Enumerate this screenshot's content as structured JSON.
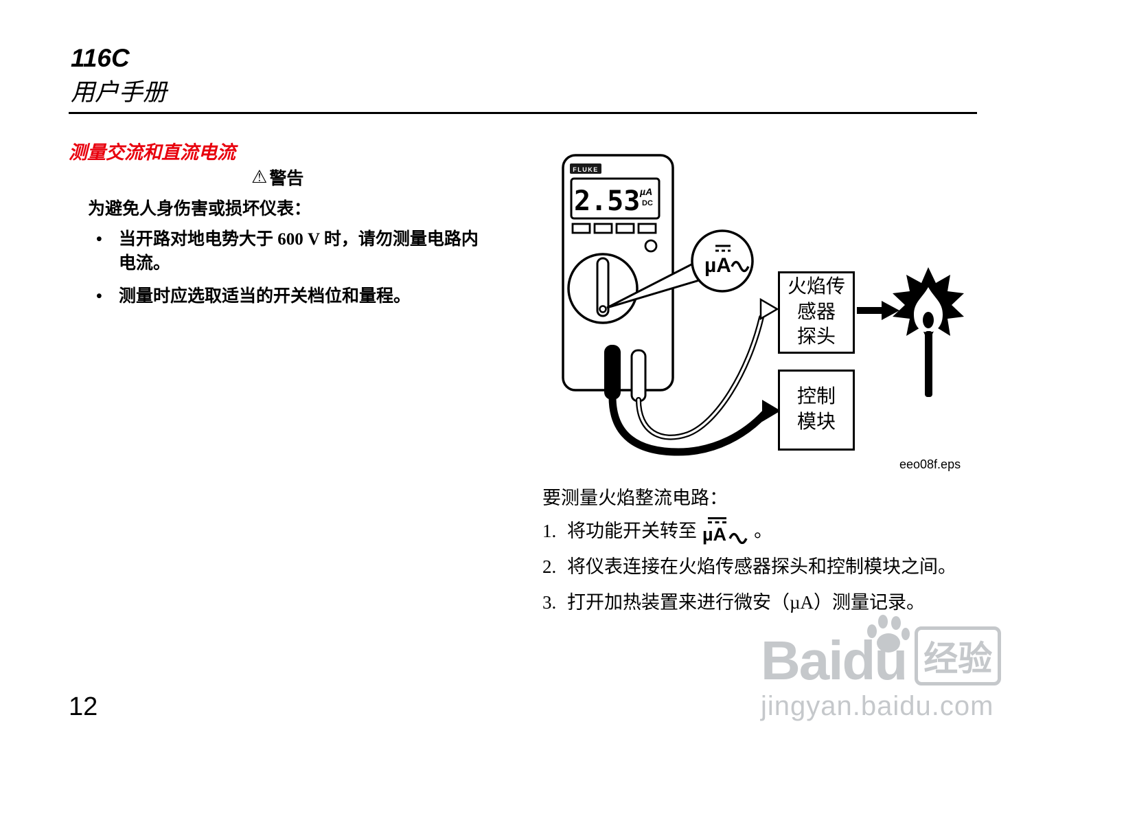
{
  "colors": {
    "accent_red": "#e8000d",
    "watermark": "#c5c8cb"
  },
  "header": {
    "model": "116C",
    "subtitle": "用户手册"
  },
  "section": {
    "title": "测量交流和直流电流",
    "warning_icon": "⚠",
    "warning_label": "警告",
    "intro": "为避免人身伤害或损坏仪表：",
    "bullet_marker": "•",
    "bullets": [
      "当开路对地电势大于 600 V 时，请勿测量电路内电流。",
      "测量时应选取适当的开关档位和量程。"
    ]
  },
  "symbols": {
    "ua": "µA"
  },
  "figure": {
    "brand": "FLUKE",
    "display": {
      "value": "2.53",
      "unit": "µA",
      "unit_sub": "DC"
    },
    "sensor_box": {
      "lines": [
        "火焰传",
        "感器",
        "探头"
      ]
    },
    "control_box": {
      "lines": [
        "控制",
        "模块"
      ]
    },
    "caption": "eeo08f.eps"
  },
  "procedure": {
    "intro": "要测量火焰整流电路：",
    "steps": [
      {
        "num": "1.",
        "pre": "将功能开关转至",
        "post": "。"
      },
      {
        "num": "2.",
        "text": "将仪表连接在火焰传感器探头和控制模块之间。"
      },
      {
        "num": "3.",
        "text": "打开加热装置来进行微安（µA）测量记录。"
      }
    ]
  },
  "page_number": "12",
  "watermark": {
    "brand": "Baidu",
    "badge": "经验",
    "url": "jingyan.baidu.com"
  }
}
